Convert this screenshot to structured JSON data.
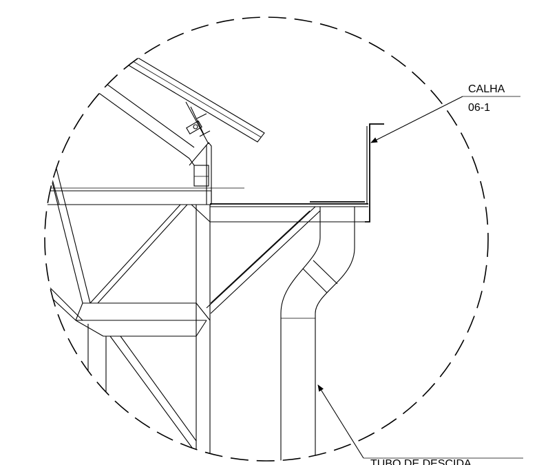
{
  "labels": {
    "gutter": {
      "line1": "CALHA",
      "line2": "06-1"
    },
    "downpipe": {
      "text": "TUBO DE DESCIDA"
    }
  }
}
